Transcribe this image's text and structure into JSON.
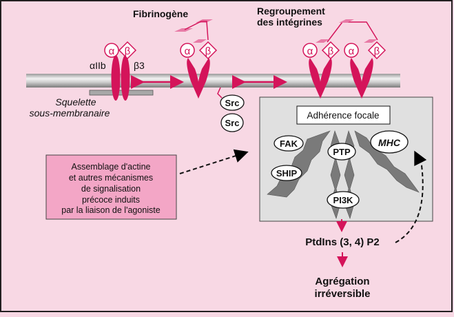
{
  "colors": {
    "background": "#f8d8e4",
    "integrin": "#d4145a",
    "ligand": "#e87ba6",
    "membrane": "#a8a8a8",
    "focal_box": "#e0e0e0",
    "actin_box": "#f3a6c6",
    "filament": "#7a7a7a",
    "frame": "#231f20"
  },
  "labels": {
    "fibrinogene": "Fibrinogène",
    "regroupement_line1": "Regroupement",
    "regroupement_line2": "des intégrines",
    "alpha_iib": "αIIb",
    "beta3": "β3",
    "squelette_line1": "Squelette",
    "squelette_line2": "sous-membranaire",
    "alpha": "α",
    "beta": "β",
    "src1": "Src",
    "src2": "Src",
    "adherence_focale": "Adhérence focale",
    "fak": "FAK",
    "ship": "SHIP",
    "ptp": "PTP",
    "mhc": "MHC",
    "pi3k": "PI3K",
    "ptdins": "PtdIns (3, 4) P2",
    "agregation_line1": "Agrégation",
    "agregation_line2": "irréversible"
  },
  "actin_box": {
    "lines": [
      "Assemblage d'actine",
      "et autres mécanismes",
      "de signalisation",
      "précoce induits",
      "par la liaison de l'agoniste"
    ]
  }
}
